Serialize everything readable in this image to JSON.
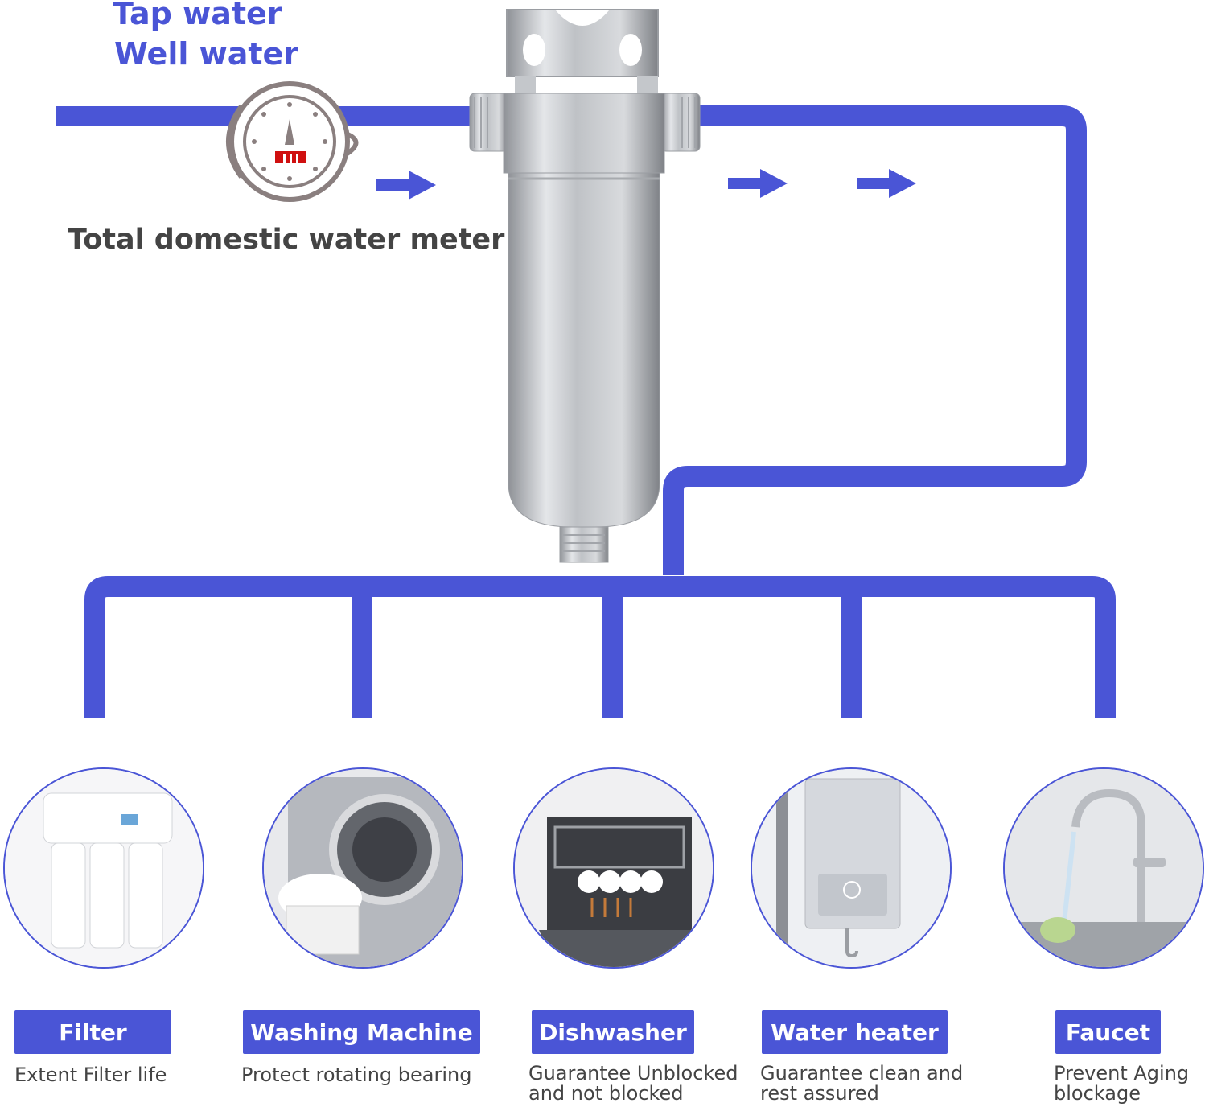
{
  "source": {
    "line1": "Tap water",
    "line2": "Well water"
  },
  "meter": {
    "label": "Total domestic water meter"
  },
  "colors": {
    "pipe": "#4a55d6",
    "text": "#444444",
    "badge_text": "#ffffff"
  },
  "appliances": [
    {
      "title": "Filter",
      "description": "Extent Filter life",
      "icon": "ro-filter-icon"
    },
    {
      "title": "Washing Machine",
      "description": "Protect rotating bearing",
      "icon": "washing-machine-icon"
    },
    {
      "title": "Dishwasher",
      "description": "Guarantee Unblocked and not blocked",
      "icon": "dishwasher-icon"
    },
    {
      "title": "Water heater",
      "description": "Guarantee clean and rest assured",
      "icon": "water-heater-icon"
    },
    {
      "title": "Faucet",
      "description": "Prevent Aging blockage",
      "icon": "faucet-icon"
    }
  ]
}
